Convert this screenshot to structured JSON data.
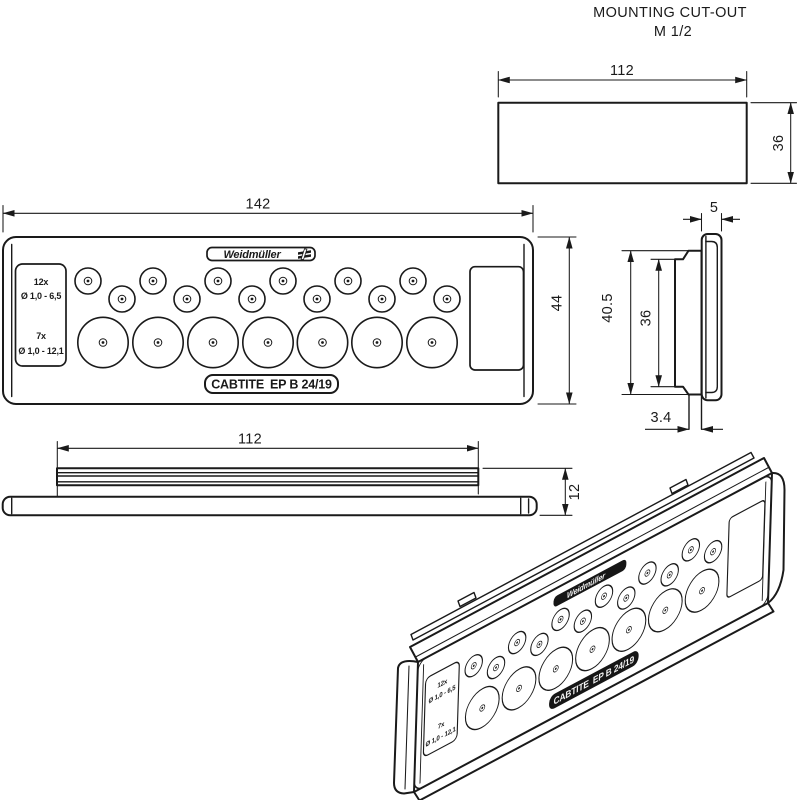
{
  "drawing": {
    "title": "MOUNTING CUT-OUT",
    "scale_note": "M 1/2"
  },
  "plate": {
    "brand": "Weidmüller",
    "product_label": "CABTITE EP B 24/19",
    "legend": {
      "small_count": "12x",
      "small_range": "Ø 1,0 - 6,5",
      "large_count": "7x",
      "large_range": "Ø 1,0 - 12,1"
    }
  },
  "dims": {
    "front_width": "142",
    "front_height": "44",
    "cutout_width": "112",
    "cutout_height": "36",
    "flange_depth": "5",
    "total_height": "40.5",
    "insert_height": "36",
    "stem_width": "3.4",
    "insert_width": "112",
    "total_depth": "12"
  },
  "grommets": {
    "small_radius": 13,
    "large_radius": 25.2,
    "mid_radius": 3.8,
    "dot_radius": 1.4,
    "rows": [
      {
        "name": "small-row-upper",
        "size": "small",
        "y": 44,
        "xs": [
          85,
          150,
          215,
          280,
          345,
          410
        ]
      },
      {
        "name": "small-row-lower",
        "size": "small",
        "y": 62,
        "xs": [
          119,
          184,
          249,
          314,
          379,
          444
        ]
      },
      {
        "name": "large-row",
        "size": "large",
        "y": 105.5,
        "xs": [
          100,
          155,
          210,
          265,
          319.5,
          374,
          429
        ]
      }
    ]
  },
  "colors": {
    "line": "#1a1a1a",
    "background": "#ffffff",
    "label_fill": "#161616"
  }
}
